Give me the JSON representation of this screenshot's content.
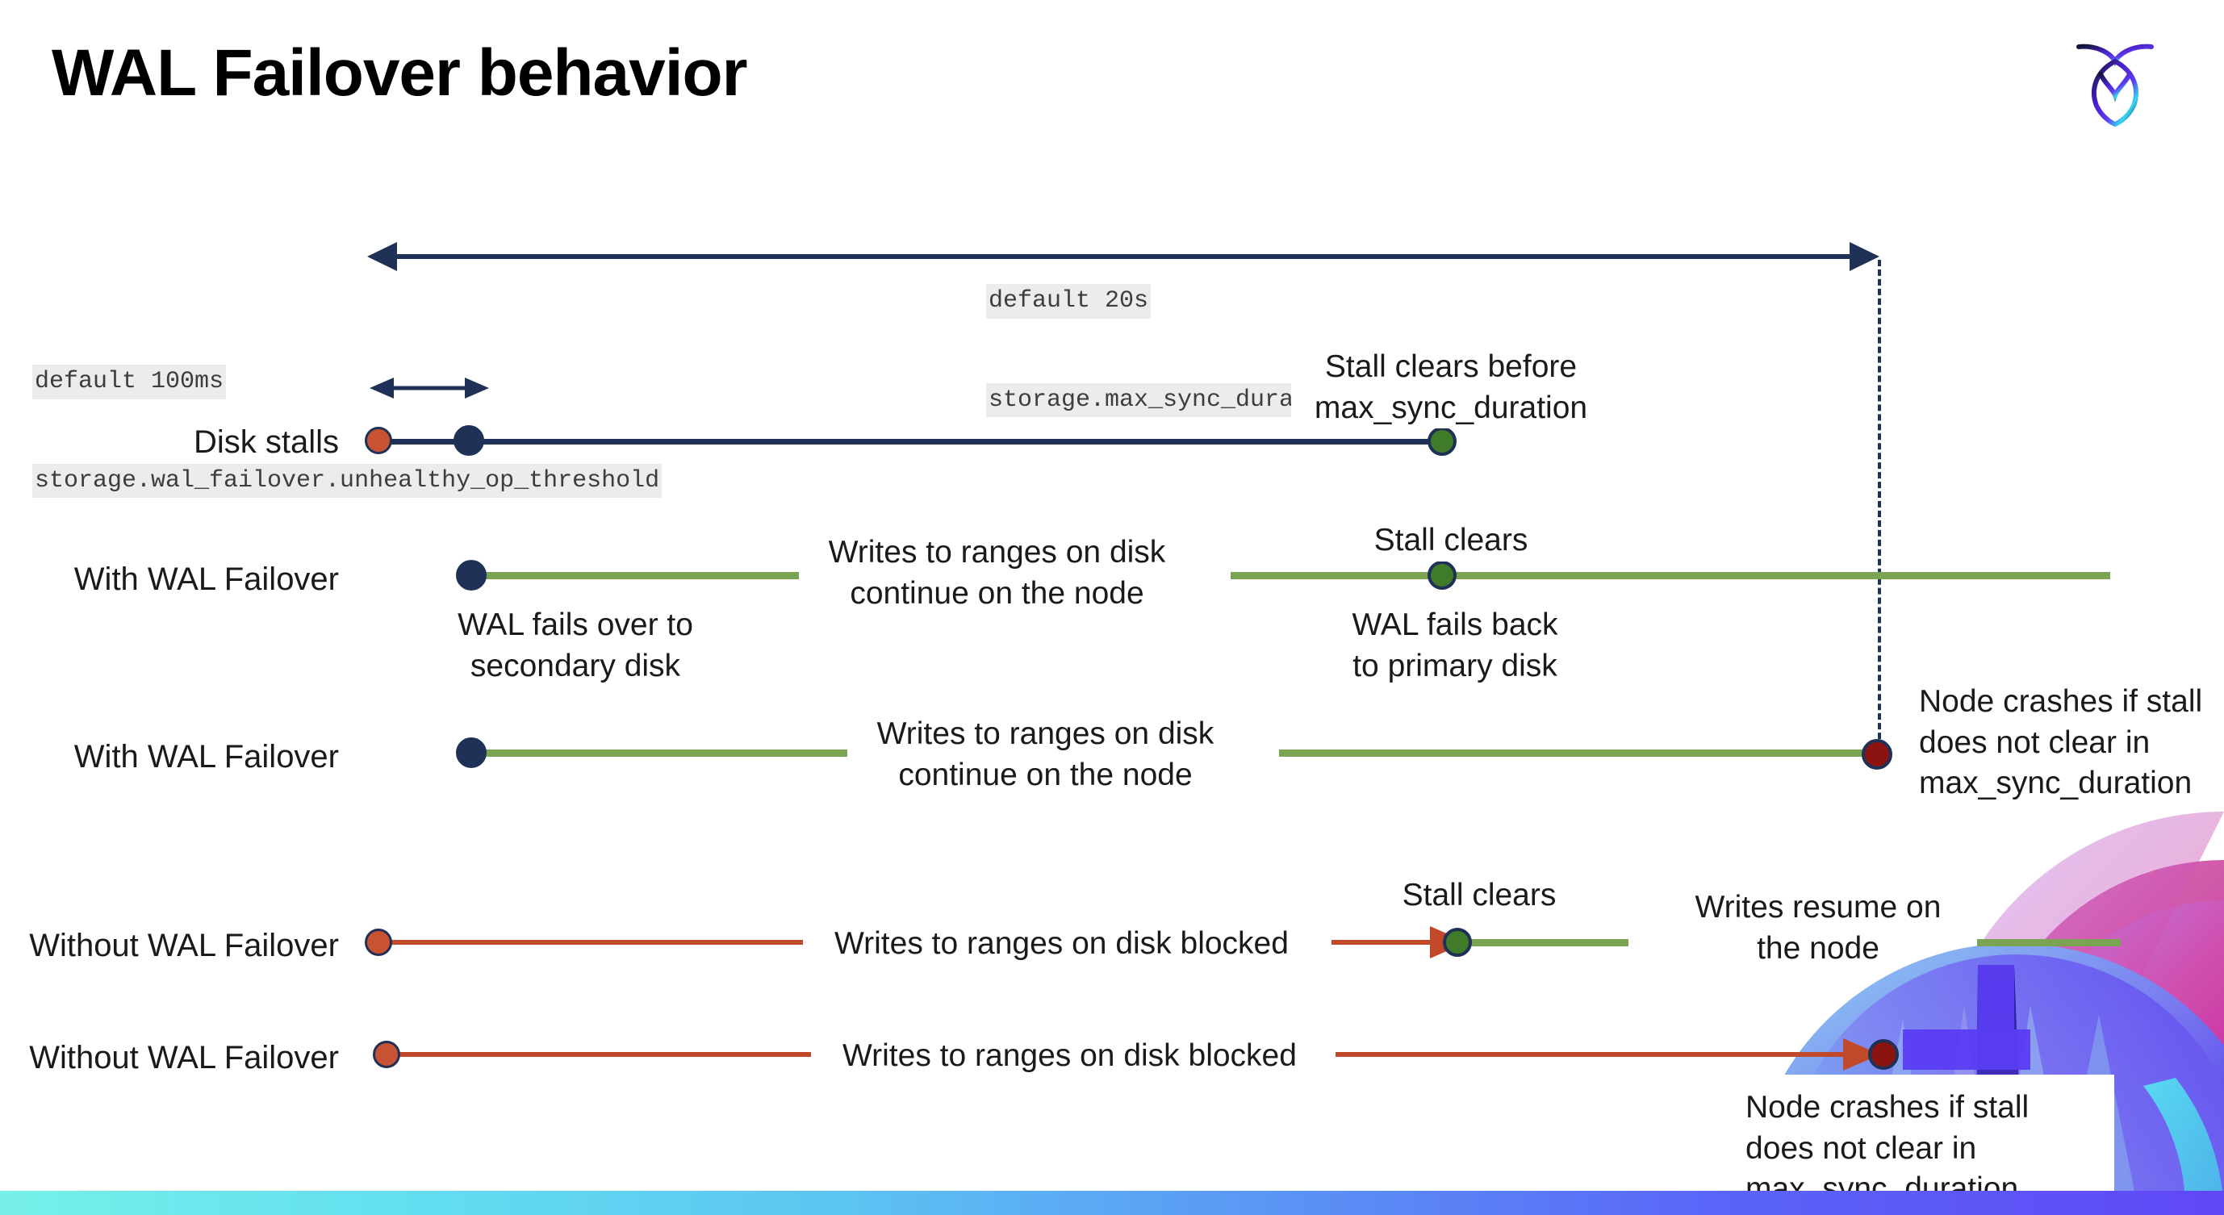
{
  "slide": {
    "title": "WAL Failover behavior",
    "logo_icon": "cockroach-labs-logo-icon",
    "background": "#ffffff",
    "accent_band_icon": "gradient-band"
  },
  "colors": {
    "navy": "#1f3157",
    "green_line": "#7aa352",
    "green_dot": "#3f7b28",
    "orange": "#c0492a",
    "orange_dot": "#c75333",
    "dark_red_dot": "#8c1410",
    "code_bg": "#ececec",
    "text": "#1a1a1a"
  },
  "callouts": {
    "max_sync_duration": {
      "line1": "default 20s",
      "line2": "storage.max_sync_duration"
    },
    "unhealthy_op_threshold": {
      "line1": "default 100ms",
      "line2": "storage.wal_failover.unhealthy_op_threshold"
    }
  },
  "rows": [
    {
      "label": "Disk stalls",
      "notes": [
        "Stall clears before\nmax_sync_duration"
      ]
    },
    {
      "label": "With WAL Failover",
      "notes": [
        "Writes to ranges on disk\ncontinue on the node",
        "Stall clears",
        "WAL fails over to\nsecondary disk",
        "WAL fails  back\nto primary disk"
      ]
    },
    {
      "label": "With WAL Failover",
      "notes": [
        "Writes to ranges on disk\ncontinue on the node",
        "Node crashes if stall\ndoes not clear in\nmax_sync_duration"
      ]
    },
    {
      "label": "Without WAL Failover",
      "notes": [
        "Writes to ranges on disk  blocked",
        "Stall clears",
        "Writes resume on\nthe node"
      ]
    },
    {
      "label": "Without WAL Failover",
      "notes": [
        "Writes to ranges on disk  blocked",
        "Node crashes if stall\ndoes not clear in\nmax_sync_duration"
      ]
    }
  ],
  "markers": {
    "stall_start_icon": "orange-dot-marker",
    "failover_icon": "navy-dot-marker",
    "stall_clear_icon": "green-dot-marker",
    "node_crash_icon": "dark-red-dot-marker",
    "timeline_arrow_icon": "double-headed-arrow-icon",
    "threshold_arrow_icon": "small-double-headed-arrow-icon",
    "deadline_icon": "vertical-dashed-line"
  }
}
